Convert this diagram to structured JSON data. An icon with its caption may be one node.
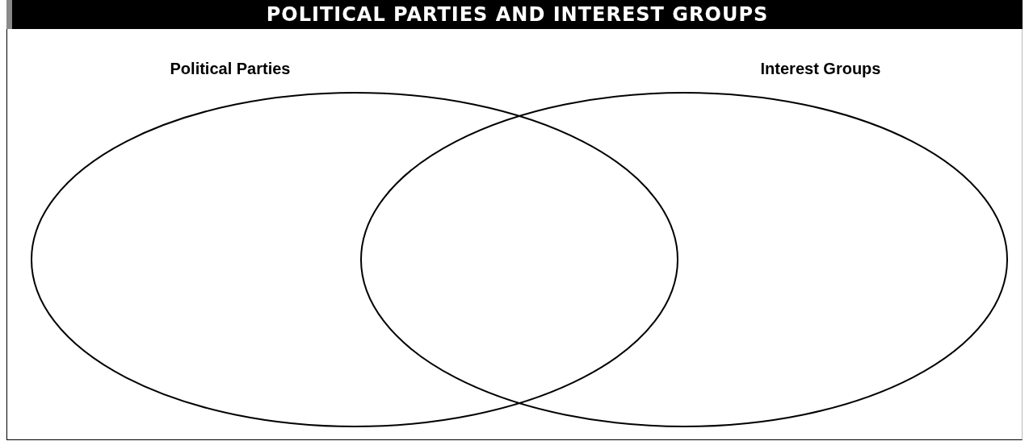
{
  "diagram": {
    "title": "POLITICAL PARTIES AND INTEREST GROUPS",
    "nodes": [
      {
        "text": [
          "Political Parties"
        ]
      },
      {
        "text": [
          "Interest Groups"
        ]
      }
    ]
  }
}
